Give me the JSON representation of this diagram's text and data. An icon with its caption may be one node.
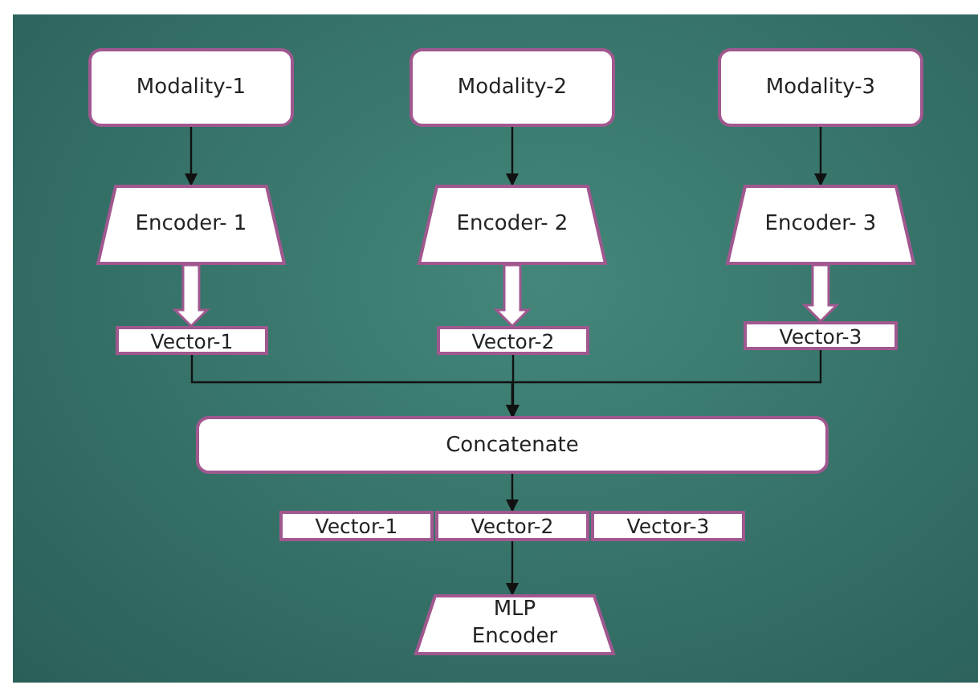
{
  "diagram": {
    "nodes": [
      {
        "text": [
          "Modality-1"
        ]
      },
      {
        "text": [
          "Modality-2"
        ]
      },
      {
        "text": [
          "Modality-3"
        ]
      },
      {
        "text": [
          "Encoder- 1"
        ]
      },
      {
        "text": [
          "Encoder- 2"
        ]
      },
      {
        "text": [
          "Encoder- 3"
        ]
      },
      {
        "text": [
          "Vector-1"
        ]
      },
      {
        "text": [
          "Vector-2"
        ]
      },
      {
        "text": [
          "Vector-3"
        ]
      },
      {
        "text": [
          "Concatenate"
        ]
      },
      {
        "text": [
          "Vector-1"
        ]
      },
      {
        "text": [
          "Vector-2"
        ]
      },
      {
        "text": [
          "Vector-3"
        ]
      },
      {
        "text": [
          "MLP Encoder"
        ]
      }
    ],
    "edges": [
      {
        "from": 0,
        "to": 3,
        "arrow": "to"
      },
      {
        "from": 1,
        "to": 4,
        "arrow": "to"
      },
      {
        "from": 2,
        "to": 5,
        "arrow": "to"
      },
      {
        "from": 3,
        "to": 6,
        "arrow": "to",
        "style": "thick",
        "color": "#ffffff"
      },
      {
        "from": 4,
        "to": 7,
        "arrow": "to",
        "style": "thick",
        "color": "#ffffff"
      },
      {
        "from": 5,
        "to": 8,
        "arrow": "to",
        "style": "thick",
        "color": "#ffffff"
      },
      {
        "from": 6,
        "to": 9,
        "arrow": "to"
      },
      {
        "from": 7,
        "to": 9,
        "arrow": "to"
      },
      {
        "from": 8,
        "to": 9,
        "arrow": "to"
      },
      {
        "from": 9,
        "to": 11,
        "arrow": "to"
      },
      {
        "from": 11,
        "to": 13,
        "arrow": "to"
      }
    ]
  }
}
